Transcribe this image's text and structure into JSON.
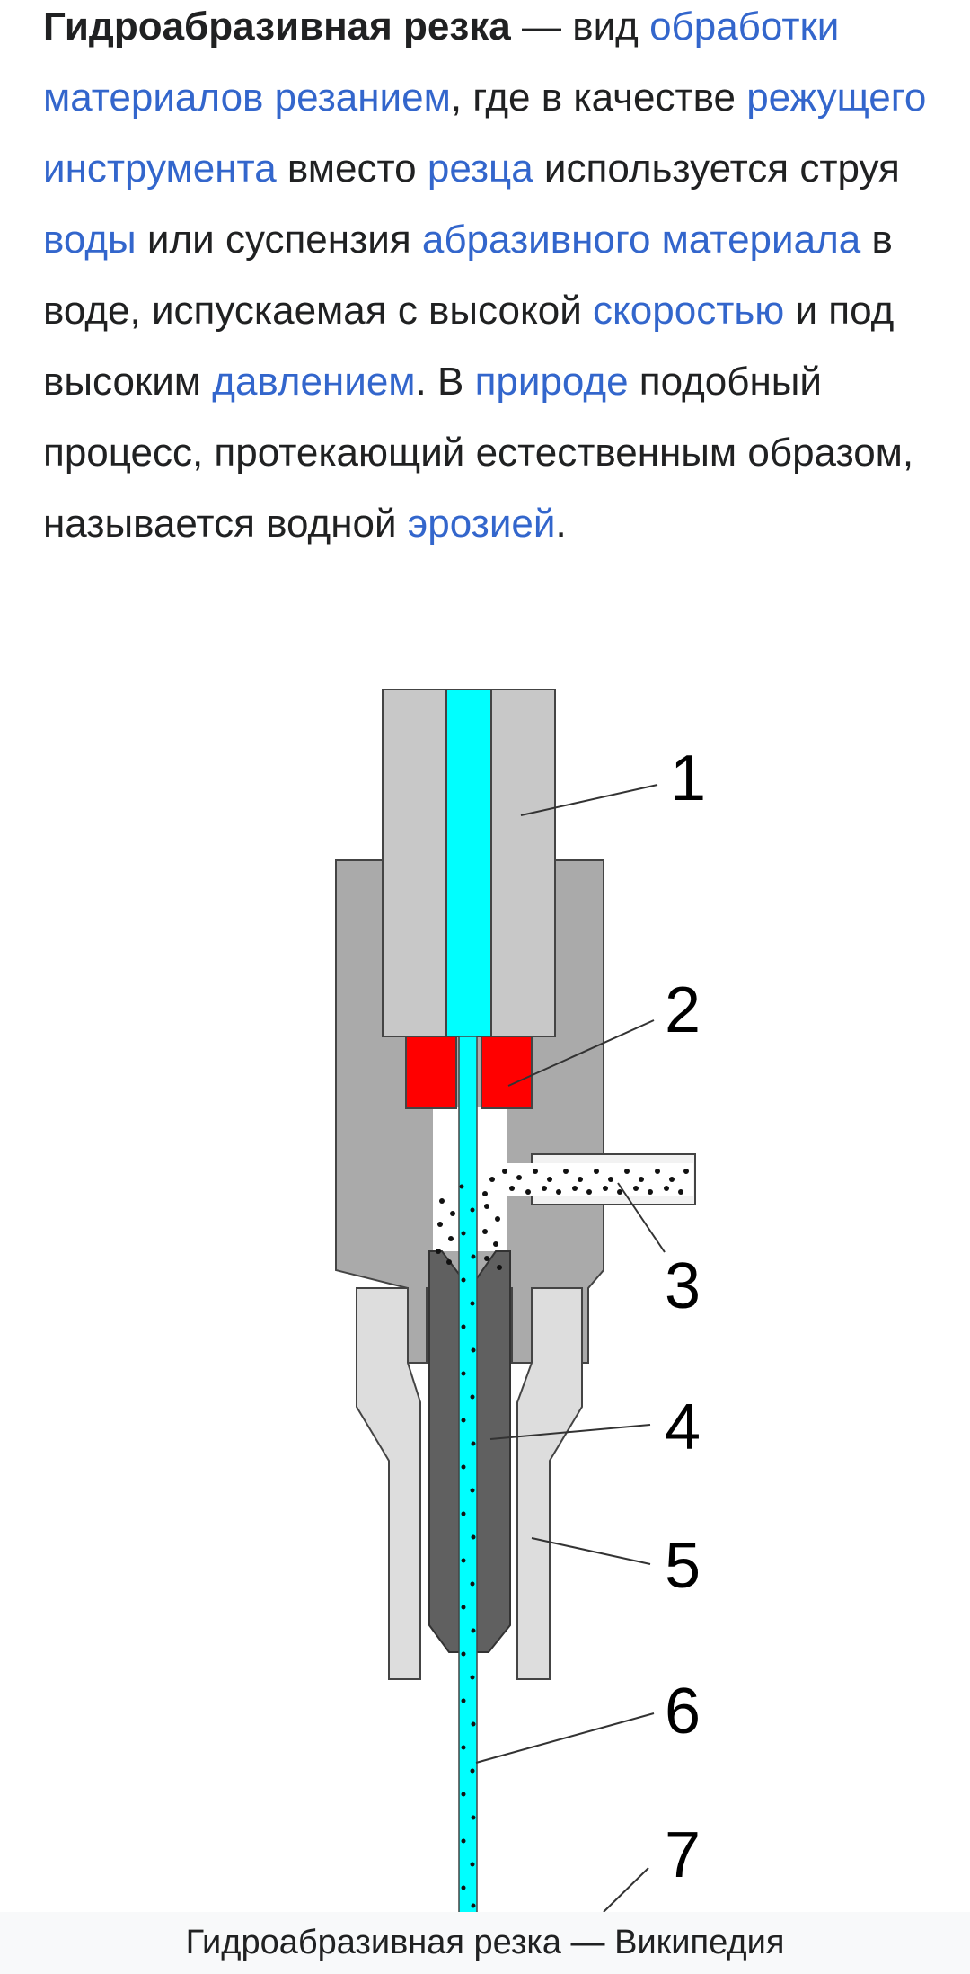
{
  "article": {
    "segments": [
      {
        "text": "Гидроабразивная резка",
        "type": "bold"
      },
      {
        "text": " — вид ",
        "type": "plain"
      },
      {
        "text": "обработки материалов резанием",
        "type": "link"
      },
      {
        "text": ", где в качестве ",
        "type": "plain"
      },
      {
        "text": "режущего инструмента",
        "type": "link"
      },
      {
        "text": " вместо ",
        "type": "plain"
      },
      {
        "text": "резца",
        "type": "link"
      },
      {
        "text": " используется струя ",
        "type": "plain"
      },
      {
        "text": "воды",
        "type": "link"
      },
      {
        "text": " или суспензия ",
        "type": "plain"
      },
      {
        "text": "абразивного материала",
        "type": "link"
      },
      {
        "text": " в воде, испускаемая с высокой ",
        "type": "plain"
      },
      {
        "text": "скоростью",
        "type": "link"
      },
      {
        "text": " и под высоким ",
        "type": "plain"
      },
      {
        "text": "давлением",
        "type": "link"
      },
      {
        "text": ". В ",
        "type": "plain"
      },
      {
        "text": "природе",
        "type": "link"
      },
      {
        "text": " подобный процесс, протекающий естественным образом, называется водной ",
        "type": "plain"
      },
      {
        "text": "эрозией",
        "type": "link"
      },
      {
        "text": ".",
        "type": "plain"
      }
    ]
  },
  "diagram": {
    "labels": [
      "1",
      "2",
      "3",
      "4",
      "5",
      "6",
      "7"
    ]
  },
  "caption": {
    "text": "Гидроабразивная резка — Википедия"
  },
  "colors": {
    "link": "#3366cc",
    "water": "#00ffff",
    "orifice": "#ff0000",
    "housing": "#aaaaaa",
    "cap": "#c8c8c8",
    "mixing_tube": "#606060",
    "guard": "#dddddd"
  }
}
